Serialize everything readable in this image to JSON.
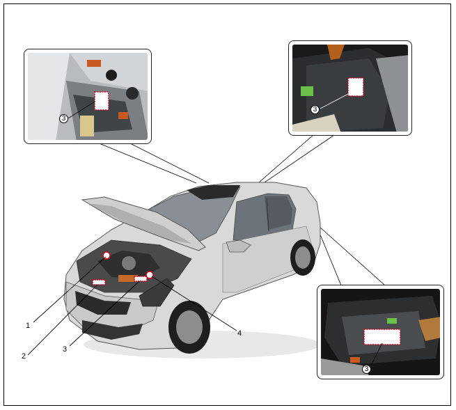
{
  "callouts": {
    "item_1": "1",
    "item_2": "2",
    "item_3_front": "3",
    "item_4": "4",
    "inset_rear_seat": "3",
    "inset_rear_upper": "3",
    "inset_side": "3"
  },
  "colors": {
    "label_marker": "#d0021b",
    "body": "#d9d9d9",
    "line": "#000000"
  }
}
